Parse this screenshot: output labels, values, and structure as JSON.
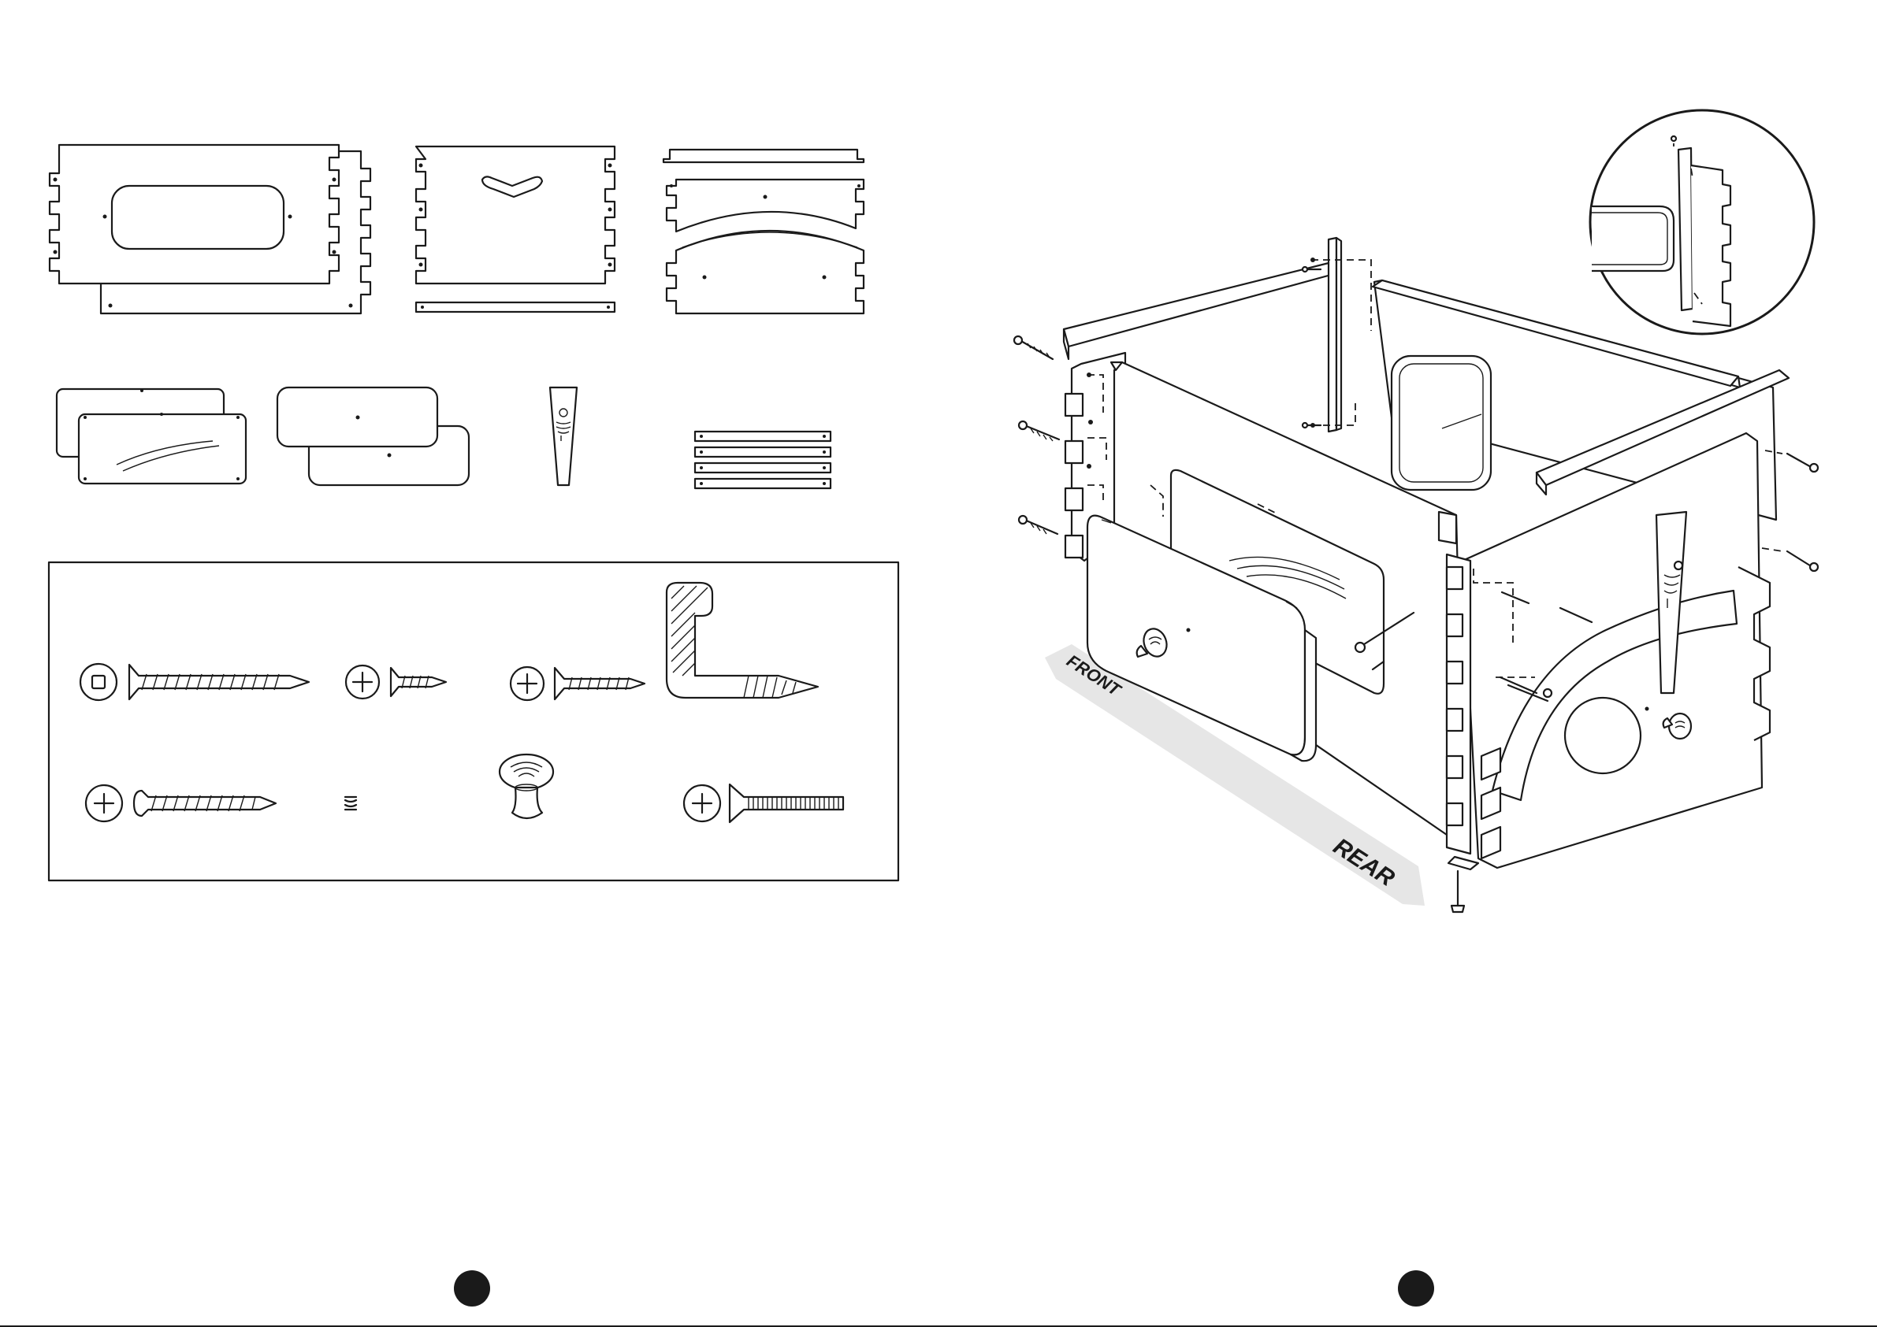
{
  "labels": {
    "front": "FRONT",
    "rear": "REAR"
  },
  "colors": {
    "ink": "#1a1a1a",
    "paper": "#ffffff",
    "arrow_band": "#e6e6e6"
  },
  "pages": {
    "left_page_marker": "page-dot",
    "right_page_marker": "page-dot"
  }
}
